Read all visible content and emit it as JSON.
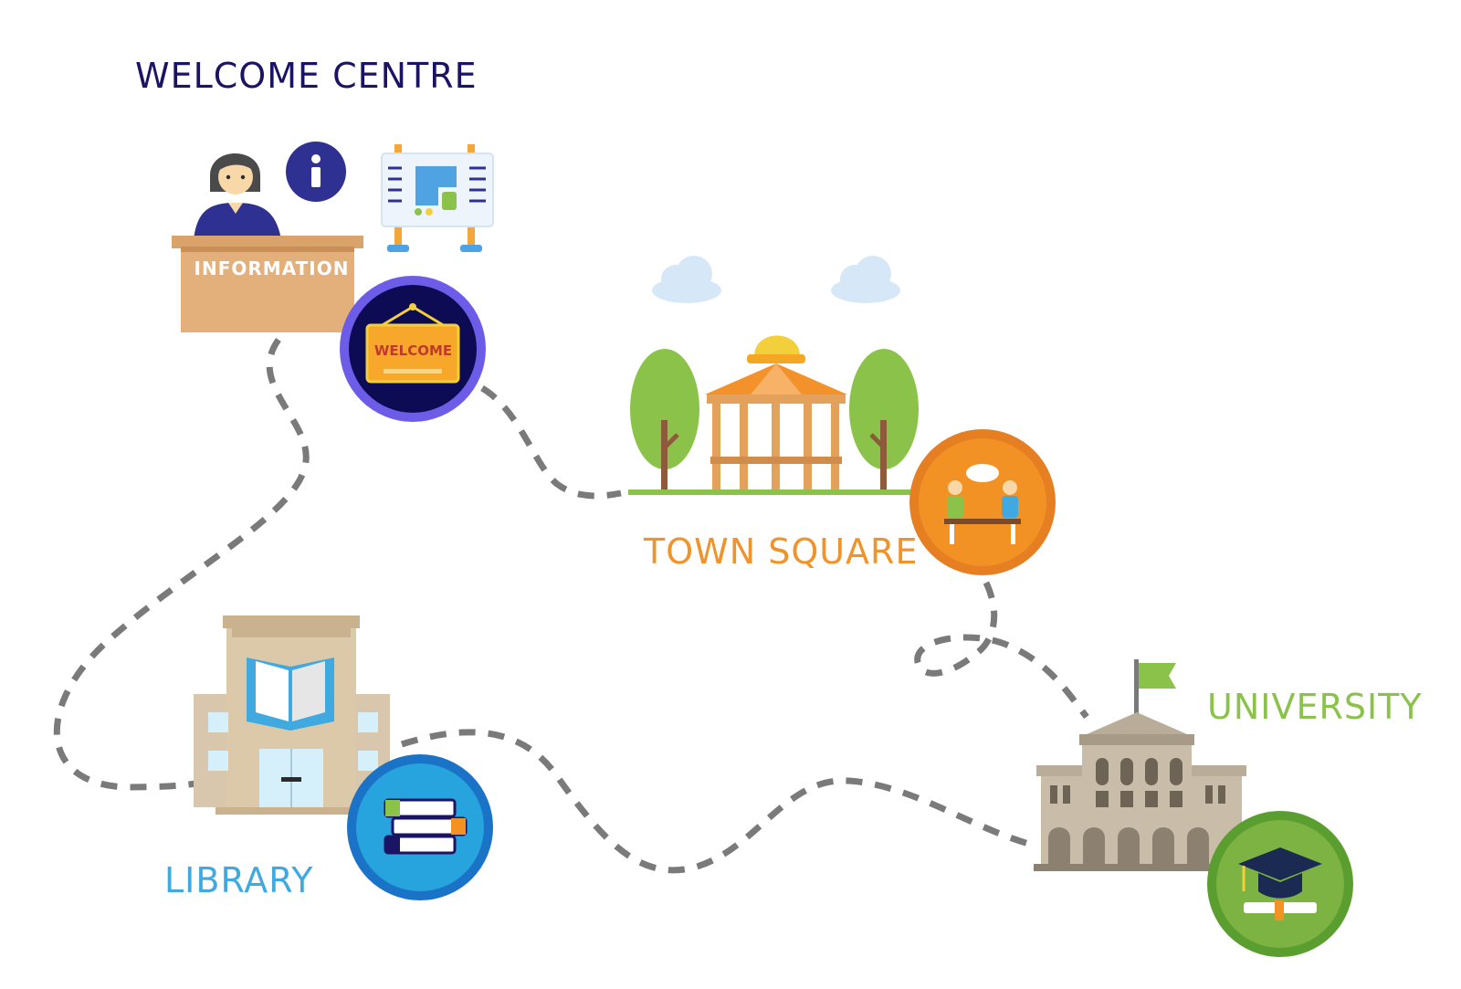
{
  "colors": {
    "path": "#7a7a7a",
    "welcome": "#1b1464",
    "town": "#f0932b",
    "library": "#3fa9e0",
    "university": "#8bc34a"
  },
  "nodes": {
    "welcome": {
      "label": "WELCOME CENTRE",
      "desk_text": "INFORMATION",
      "badge_text": "WELCOME"
    },
    "town": {
      "label": "TOWN SQUARE"
    },
    "library": {
      "label": "LIBRARY"
    },
    "university": {
      "label": "UNIVERSITY"
    }
  },
  "icons": [
    "receptionist-icon",
    "info-icon",
    "map-board-icon",
    "welcome-sign-icon",
    "cloud-icon",
    "tree-icon",
    "gazebo-icon",
    "meeting-icon",
    "library-building-icon",
    "books-icon",
    "university-building-icon",
    "flag-icon",
    "graduation-cap-icon"
  ]
}
